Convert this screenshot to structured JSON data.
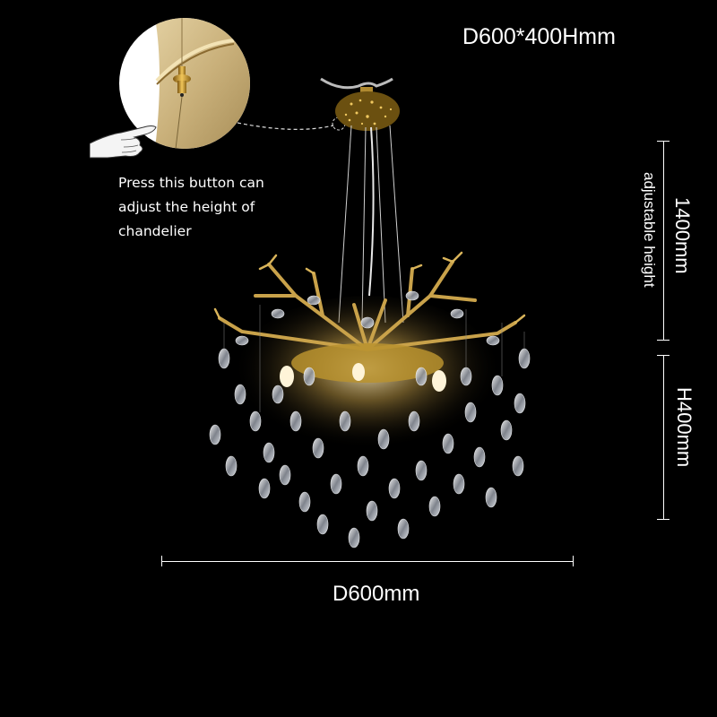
{
  "product": {
    "overall_dimensions": "D600*400Hmm"
  },
  "callout": {
    "line1": "Press this button can",
    "line2": "adjust the height of",
    "line3": "chandelier"
  },
  "dimensions": {
    "cable_height_value": "1400mm",
    "cable_height_label": "adjustable height",
    "body_height": "H400mm",
    "diameter": "D600mm"
  },
  "colors": {
    "background": "#000000",
    "text": "#ffffff",
    "brass": "#c9a24a",
    "crystal": "#d8dde6"
  }
}
